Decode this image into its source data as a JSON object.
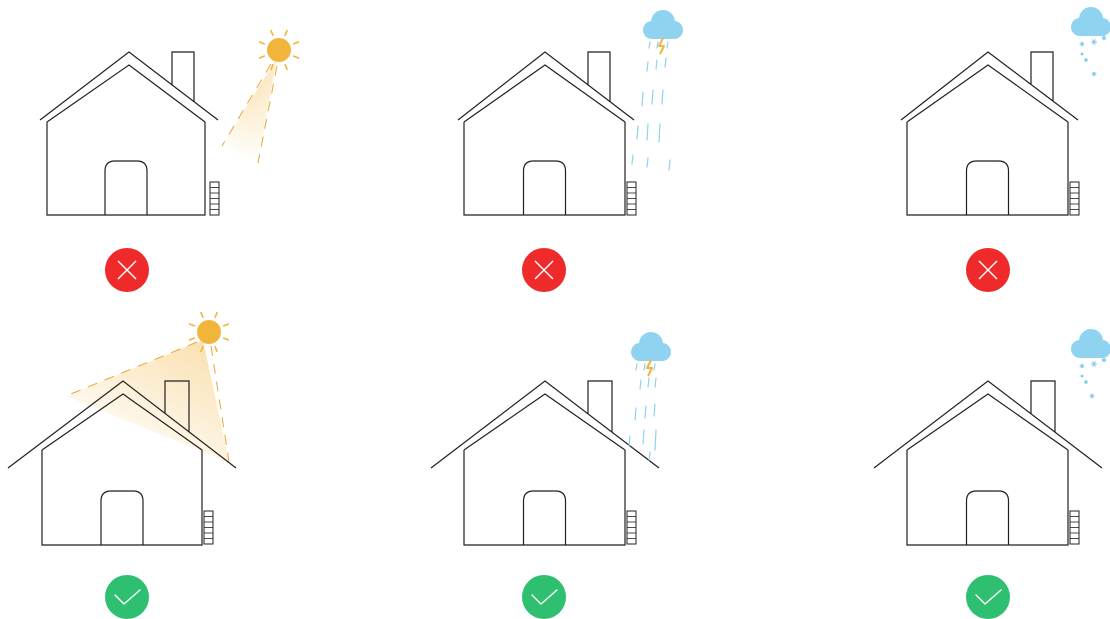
{
  "colors": {
    "background": "#ffffff",
    "outline": "#231f20",
    "sun": "#f2b53c",
    "sun_ray": "#f2b53c",
    "beam": "#f2b53c",
    "beam_edge": "#eda43a",
    "cloud": "#8fd3f0",
    "rain": "#8fd3f0",
    "lightning": "#f2b53c",
    "snow": "#7cc8ec",
    "cross_bg": "#ee2a2a",
    "check_bg": "#2fbf71",
    "mark": "#ffffff"
  },
  "panels": [
    {
      "weather": "sun",
      "placement": "wall-mounted",
      "verdict": "incorrect",
      "status_icon": "cross-icon"
    },
    {
      "weather": "rain-lightning",
      "placement": "wall-mounted",
      "verdict": "incorrect",
      "status_icon": "cross-icon"
    },
    {
      "weather": "snow",
      "placement": "wall-mounted",
      "verdict": "incorrect",
      "status_icon": "cross-icon"
    },
    {
      "weather": "sun",
      "placement": "sheltered-under-eaves",
      "verdict": "correct",
      "status_icon": "check-icon"
    },
    {
      "weather": "rain-lightning",
      "placement": "sheltered-under-eaves",
      "verdict": "correct",
      "status_icon": "check-icon"
    },
    {
      "weather": "snow",
      "placement": "sheltered-under-eaves",
      "verdict": "correct",
      "status_icon": "check-icon"
    }
  ]
}
